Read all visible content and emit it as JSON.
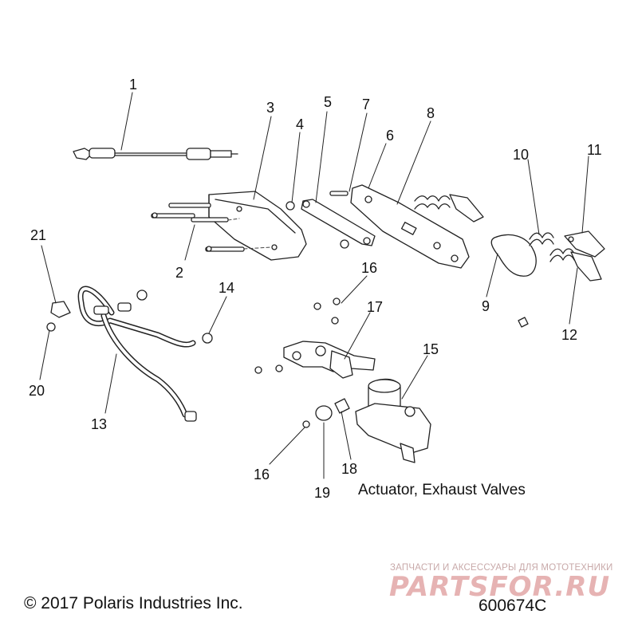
{
  "diagram": {
    "callouts": [
      "1",
      "2",
      "3",
      "4",
      "5",
      "6",
      "7",
      "8",
      "9",
      "10",
      "11",
      "12",
      "13",
      "14",
      "15",
      "16",
      "16",
      "17",
      "18",
      "19",
      "20",
      "21"
    ],
    "caption": "Actuator, Exhaust Valves",
    "copyright": "© 2017 Polaris Industries Inc.",
    "drawing_number": "600674C"
  },
  "watermark": {
    "tagline": "ЗАПЧАСТИ И АКСЕССУАРЫ ДЛЯ МОТОТЕХНИКИ",
    "brand": "PARTSFOR.RU",
    "color": "#e6b3b3"
  },
  "colors": {
    "line": "#222222",
    "part_fill": "#ffffff"
  }
}
